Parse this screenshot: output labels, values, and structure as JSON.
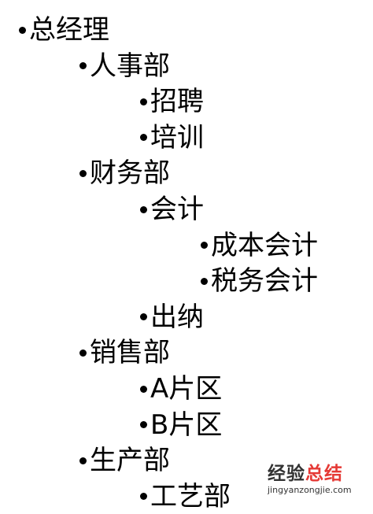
{
  "outline": [
    {
      "level": 0,
      "label": "总经理"
    },
    {
      "level": 1,
      "label": "人事部"
    },
    {
      "level": 2,
      "label": "招聘"
    },
    {
      "level": 2,
      "label": "培训"
    },
    {
      "level": 1,
      "label": "财务部"
    },
    {
      "level": 2,
      "label": "会计"
    },
    {
      "level": 3,
      "label": "成本会计"
    },
    {
      "level": 3,
      "label": "税务会计"
    },
    {
      "level": 2,
      "label": "出纳"
    },
    {
      "level": 1,
      "label": "销售部"
    },
    {
      "level": 2,
      "label": "A片区"
    },
    {
      "level": 2,
      "label": "B片区"
    },
    {
      "level": 1,
      "label": "生产部"
    },
    {
      "level": 2,
      "label": "工艺部"
    }
  ],
  "watermark": {
    "main": "经验",
    "accent": "总结",
    "url": "jingyanzongjie.com",
    "accent_color": "#e53935"
  }
}
